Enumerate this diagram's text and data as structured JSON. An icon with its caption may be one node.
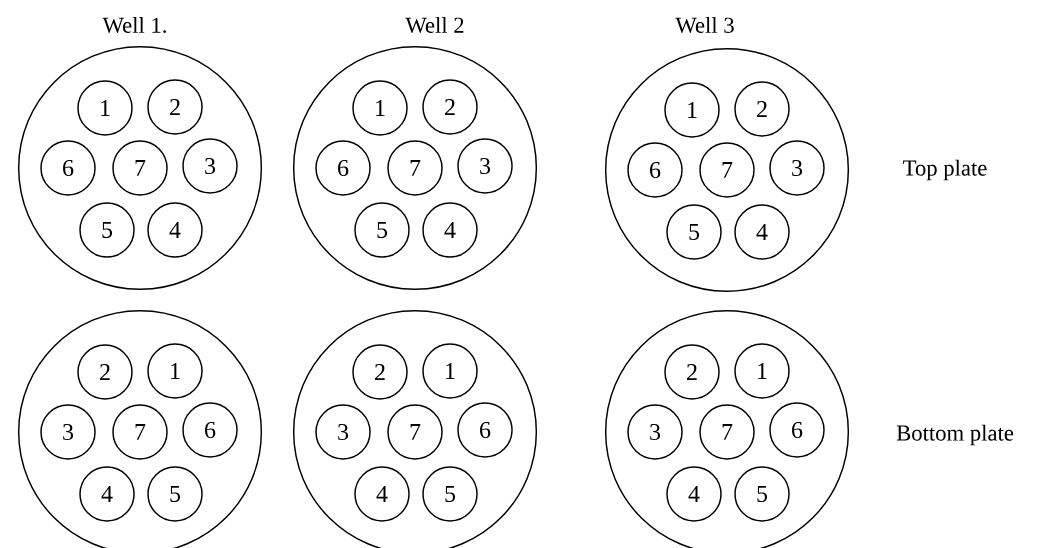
{
  "diagram": {
    "nodes": [
      {
        "text": [],
        "shape": "circle"
      },
      {
        "text": [
          "1"
        ],
        "in": 0
      },
      {
        "text": [
          "2"
        ],
        "in": 0
      },
      {
        "text": [
          "6"
        ],
        "in": 0
      },
      {
        "text": [
          "7"
        ],
        "in": 0
      },
      {
        "text": [
          "3"
        ],
        "in": 0
      },
      {
        "text": [
          "5"
        ],
        "in": 0
      },
      {
        "text": [
          "4"
        ],
        "in": 0
      },
      {
        "text": [],
        "shape": "circle"
      },
      {
        "text": [
          "1"
        ],
        "in": 8
      },
      {
        "text": [
          "2"
        ],
        "in": 8
      },
      {
        "text": [
          "6"
        ],
        "in": 8
      },
      {
        "text": [
          "7"
        ],
        "in": 8
      },
      {
        "text": [
          "3"
        ],
        "in": 8
      },
      {
        "text": [
          "5"
        ],
        "in": 8
      },
      {
        "text": [
          "4"
        ],
        "in": 8
      },
      {
        "text": [],
        "shape": "circle"
      },
      {
        "text": [
          "1"
        ],
        "in": 16
      },
      {
        "text": [
          "2"
        ],
        "in": 16
      },
      {
        "text": [
          "6"
        ],
        "in": 16
      },
      {
        "text": [
          "7"
        ],
        "in": 16
      },
      {
        "text": [
          "3"
        ],
        "in": 16
      },
      {
        "text": [
          "5"
        ],
        "in": 16
      },
      {
        "text": [
          "4"
        ],
        "in": 16
      },
      {
        "text": [],
        "shape": "circle"
      },
      {
        "text": [
          "2"
        ],
        "in": 24
      },
      {
        "text": [
          "1"
        ],
        "in": 24
      },
      {
        "text": [
          "3"
        ],
        "in": 24
      },
      {
        "text": [
          "7"
        ],
        "in": 24
      },
      {
        "text": [
          "6"
        ],
        "in": 24
      },
      {
        "text": [
          "4"
        ],
        "in": 24
      },
      {
        "text": [
          "5"
        ],
        "in": 24
      },
      {
        "text": [],
        "shape": "circle"
      },
      {
        "text": [
          "2"
        ],
        "in": 32
      },
      {
        "text": [
          "1"
        ],
        "in": 32
      },
      {
        "text": [
          "3"
        ],
        "in": 32
      },
      {
        "text": [
          "7"
        ],
        "in": 32
      },
      {
        "text": [
          "6"
        ],
        "in": 32
      },
      {
        "text": [
          "4"
        ],
        "in": 32
      },
      {
        "text": [
          "5"
        ],
        "in": 32
      },
      {
        "text": [],
        "shape": "circle"
      },
      {
        "text": [
          "2"
        ],
        "in": 40
      },
      {
        "text": [
          "1"
        ],
        "in": 40
      },
      {
        "text": [
          "3"
        ],
        "in": 40
      },
      {
        "text": [
          "7"
        ],
        "in": 40
      },
      {
        "text": [
          "6"
        ],
        "in": 40
      },
      {
        "text": [
          "4"
        ],
        "in": 40
      },
      {
        "text": [
          "5"
        ],
        "in": 40
      }
    ],
    "labels": [
      "Well 1.",
      "Well 2",
      "Well 3",
      "Top plate",
      "Bottom plate"
    ]
  }
}
